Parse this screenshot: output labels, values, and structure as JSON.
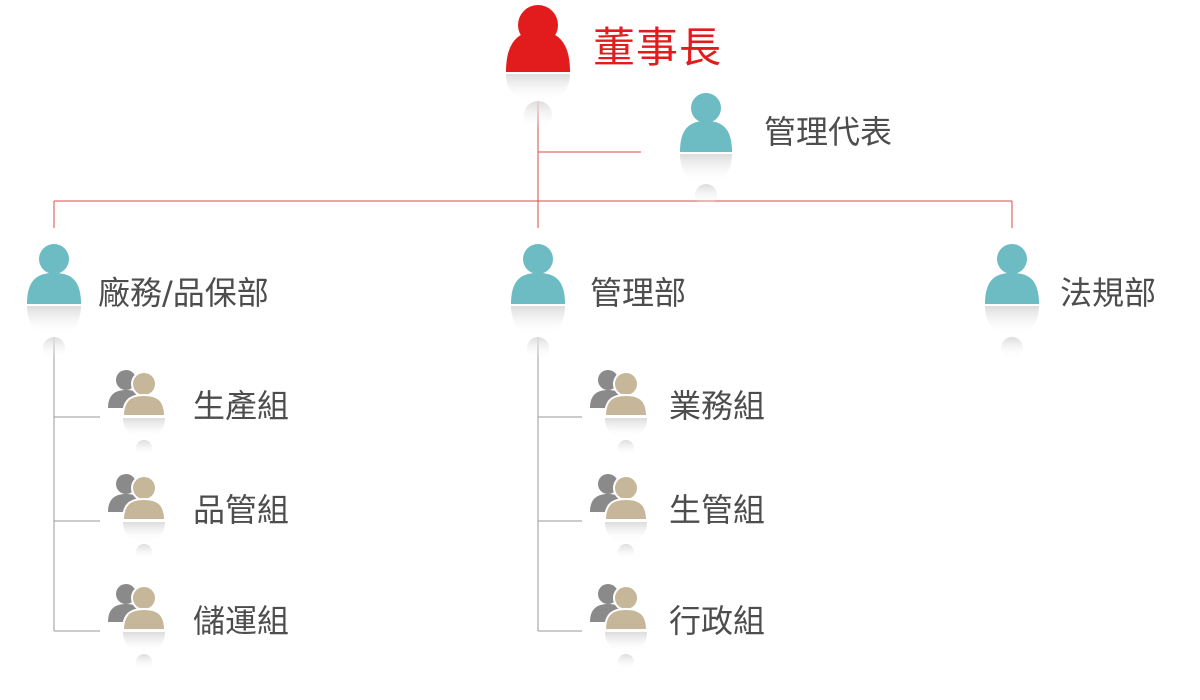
{
  "colors": {
    "root": "#e21c1c",
    "department": "#6dbcc4",
    "team_front": "#c6b79a",
    "team_back": "#8a8a8a",
    "connector": "#d94b4b",
    "connector_gray": "#9a9a9a",
    "text": "#4d4d4d"
  },
  "icons": {
    "root": "person-icon",
    "department": "person-icon",
    "team": "group-icon"
  },
  "org": {
    "root": {
      "label": "董事長"
    },
    "representative": {
      "label": "管理代表"
    },
    "departments": [
      {
        "label": "廠務/品保部",
        "teams": [
          {
            "label": "生產組"
          },
          {
            "label": "品管組"
          },
          {
            "label": "儲運組"
          }
        ]
      },
      {
        "label": "管理部",
        "teams": [
          {
            "label": "業務組"
          },
          {
            "label": "生管組"
          },
          {
            "label": "行政組"
          }
        ]
      },
      {
        "label": "法規部",
        "teams": []
      }
    ]
  }
}
